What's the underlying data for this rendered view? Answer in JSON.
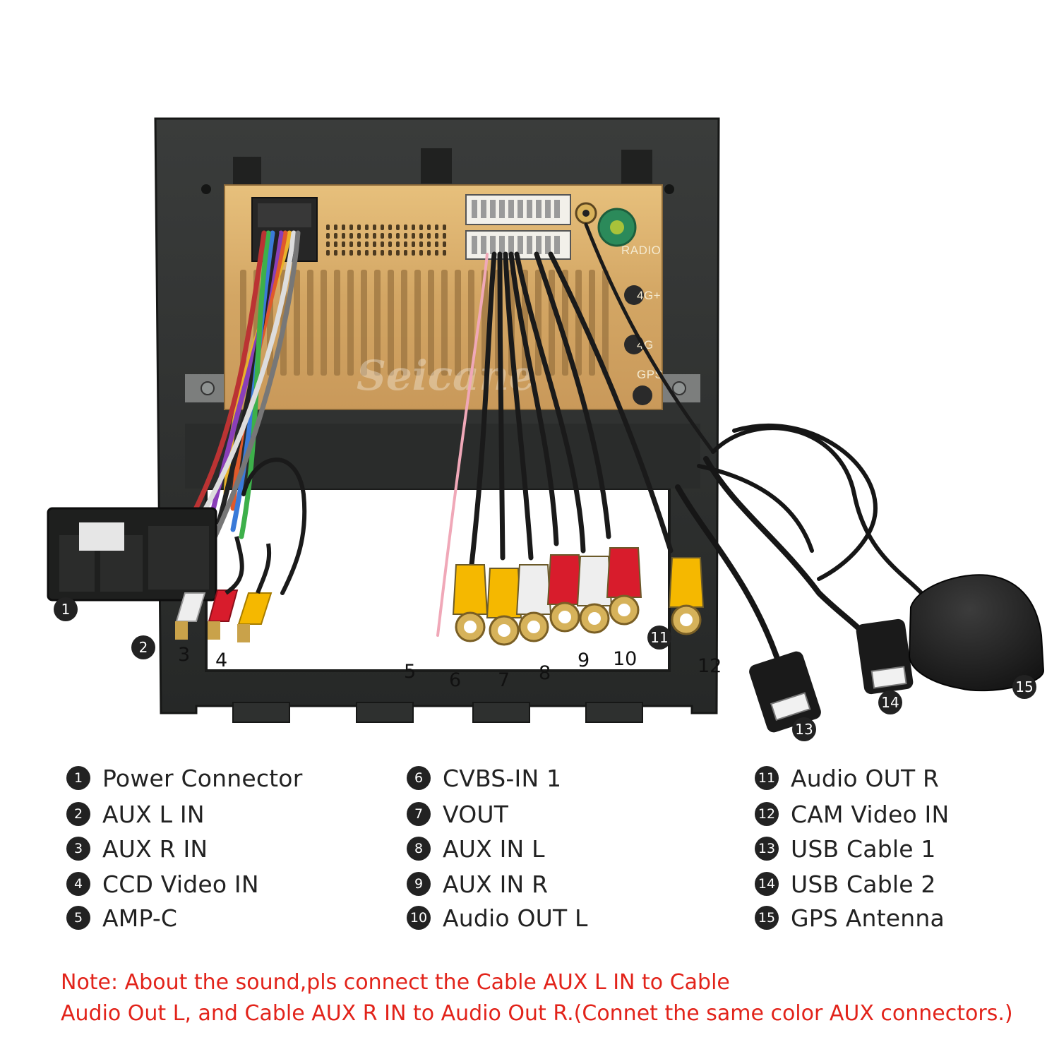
{
  "unit_labels": {
    "radio": "RADIO",
    "4g_plus": "4G+",
    "4g": "4G",
    "gps": "GPS"
  },
  "watermark": "Seicane",
  "callouts": [
    {
      "num": "1"
    },
    {
      "num": "2"
    },
    {
      "num": "3"
    },
    {
      "num": "4"
    },
    {
      "num": "5"
    },
    {
      "num": "6"
    },
    {
      "num": "7"
    },
    {
      "num": "8"
    },
    {
      "num": "9"
    },
    {
      "num": "10"
    },
    {
      "num": "11"
    },
    {
      "num": "12"
    },
    {
      "num": "13"
    },
    {
      "num": "14"
    },
    {
      "num": "15"
    }
  ],
  "legend": [
    {
      "num": "1",
      "label": "Power Connector"
    },
    {
      "num": "2",
      "label": "AUX L IN"
    },
    {
      "num": "3",
      "label": "AUX R IN"
    },
    {
      "num": "4",
      "label": "CCD Video IN"
    },
    {
      "num": "5",
      "label": "AMP-C"
    },
    {
      "num": "6",
      "label": "CVBS-IN 1"
    },
    {
      "num": "7",
      "label": "VOUT"
    },
    {
      "num": "8",
      "label": "AUX IN L"
    },
    {
      "num": "9",
      "label": "AUX IN R"
    },
    {
      "num": "10",
      "label": "Audio OUT L"
    },
    {
      "num": "11",
      "label": "Audio OUT R"
    },
    {
      "num": "12",
      "label": "CAM Video IN"
    },
    {
      "num": "13",
      "label": "USB Cable 1"
    },
    {
      "num": "14",
      "label": "USB Cable 2"
    },
    {
      "num": "15",
      "label": "GPS Antenna"
    }
  ],
  "note": {
    "line1": "Note: About the sound,pls connect the Cable AUX L IN to Cable",
    "line2": "Audio Out L, and Cable AUX R IN to  Audio Out R.(Connet the same color AUX connectors.)"
  },
  "colors": {
    "frame": "#2b2d2c",
    "chassis": "#d4a866",
    "rca_yellow": "#f5b800",
    "rca_red": "#d81c2c",
    "rca_white": "#eeeeee",
    "note": "#e2231a"
  }
}
